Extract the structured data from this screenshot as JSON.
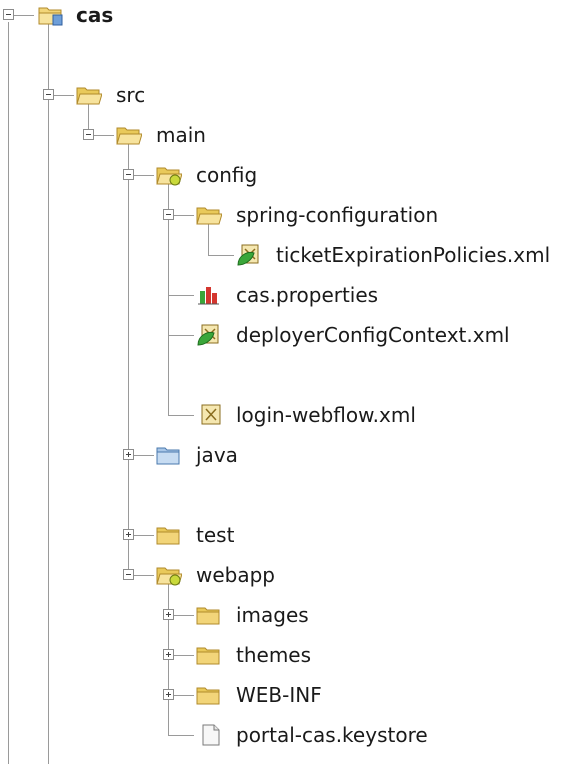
{
  "tree": {
    "root": {
      "label": "cas",
      "icon": "project-folder-icon"
    },
    "nodes": [
      {
        "id": "src",
        "label": "src",
        "icon": "folder-open-icon",
        "toggle": "collapse"
      },
      {
        "id": "main",
        "label": "main",
        "icon": "folder-open-icon",
        "toggle": "collapse"
      },
      {
        "id": "config",
        "label": "config",
        "icon": "config-folder-icon",
        "toggle": "collapse"
      },
      {
        "id": "spring-configuration",
        "label": "spring-configuration",
        "icon": "folder-open-icon",
        "toggle": "collapse"
      },
      {
        "id": "ticket-expiration",
        "label": "ticketExpirationPolicies.xml",
        "icon": "spring-xml-icon"
      },
      {
        "id": "cas-properties",
        "label": "cas.properties",
        "icon": "properties-icon"
      },
      {
        "id": "deployer-config",
        "label": "deployerConfigContext.xml",
        "icon": "spring-xml-icon"
      },
      {
        "id": "login-webflow",
        "label": "login-webflow.xml",
        "icon": "xml-file-icon"
      },
      {
        "id": "java",
        "label": "java",
        "icon": "source-folder-icon",
        "toggle": "expand"
      },
      {
        "id": "test",
        "label": "test",
        "icon": "folder-icon",
        "toggle": "expand"
      },
      {
        "id": "webapp",
        "label": "webapp",
        "icon": "config-folder-icon",
        "toggle": "collapse"
      },
      {
        "id": "images",
        "label": "images",
        "icon": "folder-icon",
        "toggle": "expand"
      },
      {
        "id": "themes",
        "label": "themes",
        "icon": "folder-icon",
        "toggle": "expand"
      },
      {
        "id": "web-inf",
        "label": "WEB-INF",
        "icon": "folder-icon",
        "toggle": "expand"
      },
      {
        "id": "keystore",
        "label": "portal-cas.keystore",
        "icon": "file-icon"
      }
    ]
  },
  "colors": {
    "line": "#9a9a9a",
    "folder": "#f2d579",
    "folder_border": "#b08a2b",
    "source_folder": "#a9c7e8",
    "leaf": "#3aa63a"
  }
}
